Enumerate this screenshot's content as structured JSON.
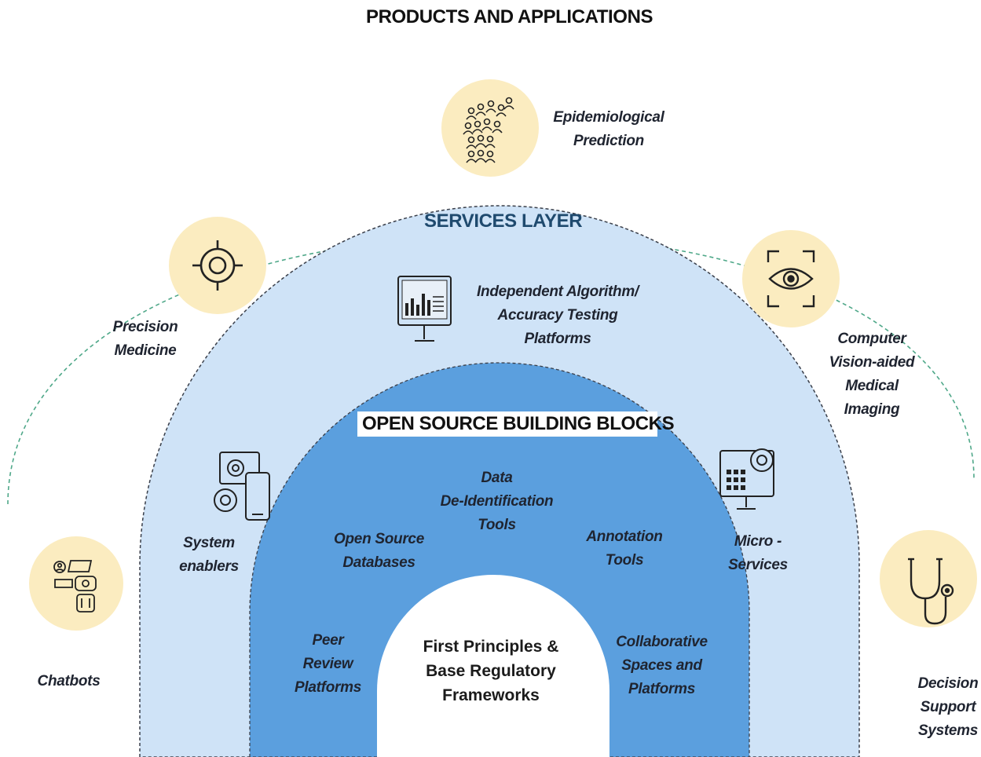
{
  "layers": {
    "products_title": "PRODUCTS AND APPLICATIONS",
    "services_title": "SERVICES LAYER",
    "building_blocks_title": "OPEN SOURCE BUILDING BLOCKS",
    "core": [
      "First Principles &",
      "Base Regulatory",
      "Frameworks"
    ]
  },
  "products": {
    "epidemiological": {
      "lines": [
        "Epidemiological",
        "Prediction"
      ],
      "icon": "crowd-icon"
    },
    "precision": {
      "lines": [
        "Precision",
        "Medicine"
      ],
      "icon": "target-icon"
    },
    "vision": {
      "lines": [
        "Computer",
        "Vision-aided",
        "Medical",
        "Imaging"
      ],
      "icon": "eye-scan-icon"
    },
    "chatbots": {
      "lines": [
        "Chatbots"
      ],
      "icon": "chatbot-icon"
    },
    "decision": {
      "lines": [
        "Decision",
        "Support",
        "Systems"
      ],
      "icon": "stethoscope-icon"
    }
  },
  "services": {
    "testing": {
      "lines": [
        "Independent Algorithm/",
        "Accuracy Testing",
        "Platforms"
      ],
      "icon": "monitor-chart-icon"
    },
    "enablers": {
      "lines": [
        "System",
        "enablers"
      ],
      "icon": "devices-gear-icon"
    },
    "micro": {
      "lines": [
        "Micro -",
        "Services"
      ],
      "icon": "monitor-gear-icon"
    }
  },
  "blocks": {
    "deid": [
      "Data",
      "De-Identification",
      "Tools"
    ],
    "databases": [
      "Open Source",
      "Databases"
    ],
    "annotation": [
      "Annotation",
      "Tools"
    ],
    "peer": [
      "Peer",
      "Review",
      "Platforms"
    ],
    "collab": [
      "Collaborative",
      "Spaces and",
      "Platforms"
    ]
  },
  "colors": {
    "icon_circle": "#fbecc0",
    "services_fill": "#cfe3f7",
    "blocks_fill": "#5b9fde",
    "dashed_green": "#4fa889",
    "dashed_dark": "#3a3f4a",
    "services_title": "#1f4a6e"
  }
}
